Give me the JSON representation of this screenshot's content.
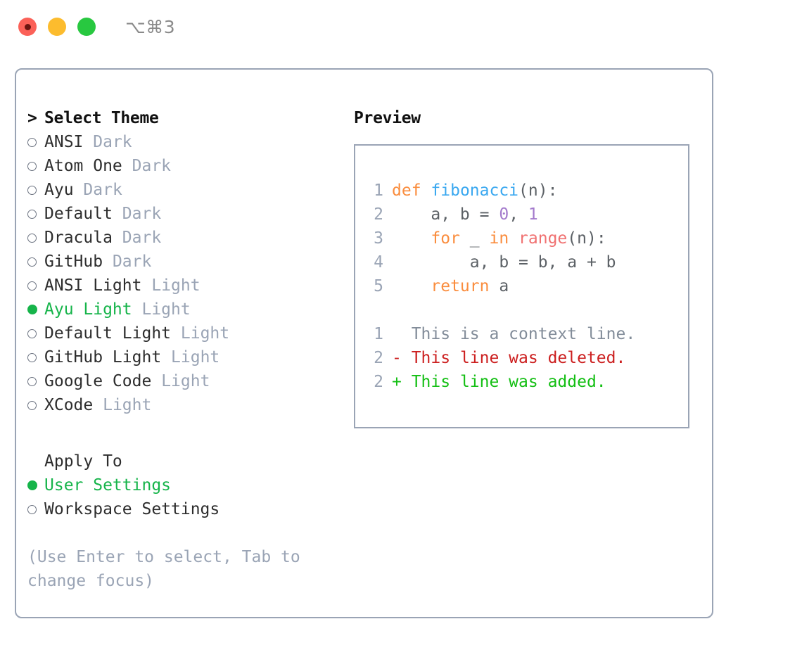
{
  "window": {
    "title": "⌥⌘3",
    "traffic_lights": [
      {
        "name": "close",
        "color": "#fb6158"
      },
      {
        "name": "minimize",
        "color": "#fcbc2e"
      },
      {
        "name": "maximize",
        "color": "#28c840"
      }
    ]
  },
  "theme_picker": {
    "caret": ">",
    "header": "Select Theme",
    "items": [
      {
        "name": "ANSI",
        "kind": "Dark",
        "selected": false
      },
      {
        "name": "Atom One",
        "kind": "Dark",
        "selected": false
      },
      {
        "name": "Ayu",
        "kind": "Dark",
        "selected": false
      },
      {
        "name": "Default",
        "kind": "Dark",
        "selected": false
      },
      {
        "name": "Dracula",
        "kind": "Dark",
        "selected": false
      },
      {
        "name": "GitHub",
        "kind": "Dark",
        "selected": false
      },
      {
        "name": "ANSI Light",
        "kind": "Light",
        "selected": false
      },
      {
        "name": "Ayu Light",
        "kind": "Light",
        "selected": true
      },
      {
        "name": "Default Light",
        "kind": "Light",
        "selected": false
      },
      {
        "name": "GitHub Light",
        "kind": "Light",
        "selected": false
      },
      {
        "name": "Google Code",
        "kind": "Light",
        "selected": false
      },
      {
        "name": "XCode",
        "kind": "Light",
        "selected": false
      }
    ]
  },
  "apply_to": {
    "header": "Apply To",
    "items": [
      {
        "label": "User Settings",
        "selected": true
      },
      {
        "label": "Workspace Settings",
        "selected": false
      }
    ]
  },
  "hint": "(Use Enter to select, Tab to change focus)",
  "preview": {
    "title": "Preview",
    "code_lines": [
      {
        "n": "1",
        "tokens": [
          {
            "t": "def",
            "c": "kw"
          },
          {
            "t": " ",
            "c": "plain"
          },
          {
            "t": "fibonacci",
            "c": "fn"
          },
          {
            "t": "(n):",
            "c": "punct"
          }
        ]
      },
      {
        "n": "2",
        "tokens": [
          {
            "t": "    a, b = ",
            "c": "plain"
          },
          {
            "t": "0",
            "c": "num"
          },
          {
            "t": ", ",
            "c": "plain"
          },
          {
            "t": "1",
            "c": "num"
          }
        ]
      },
      {
        "n": "3",
        "tokens": [
          {
            "t": "    ",
            "c": "plain"
          },
          {
            "t": "for",
            "c": "kw"
          },
          {
            "t": " _ ",
            "c": "plain"
          },
          {
            "t": "in",
            "c": "kw"
          },
          {
            "t": " ",
            "c": "plain"
          },
          {
            "t": "range",
            "c": "builtin"
          },
          {
            "t": "(n):",
            "c": "punct"
          }
        ]
      },
      {
        "n": "4",
        "tokens": [
          {
            "t": "        a, b = b, a + b",
            "c": "plain"
          }
        ]
      },
      {
        "n": "5",
        "tokens": [
          {
            "t": "    ",
            "c": "plain"
          },
          {
            "t": "return",
            "c": "kw"
          },
          {
            "t": " a",
            "c": "plain"
          }
        ]
      }
    ],
    "diff_lines": [
      {
        "n": "1",
        "marker": " ",
        "text": " This is a context line.",
        "kind": "ctx"
      },
      {
        "n": "2",
        "marker": "-",
        "text": " This line was deleted.",
        "kind": "del"
      },
      {
        "n": "2",
        "marker": "+",
        "text": " This line was added.",
        "kind": "add"
      }
    ]
  },
  "colors": {
    "accent_green": "#16b44a",
    "border": "#9aa4b5",
    "muted": "#9aa4b5",
    "keyword": "#fa8d3e",
    "function": "#3aa8f0",
    "number": "#a37acc",
    "builtin": "#f07171",
    "diff_add": "#14bf14",
    "diff_del": "#cc1f1f"
  }
}
